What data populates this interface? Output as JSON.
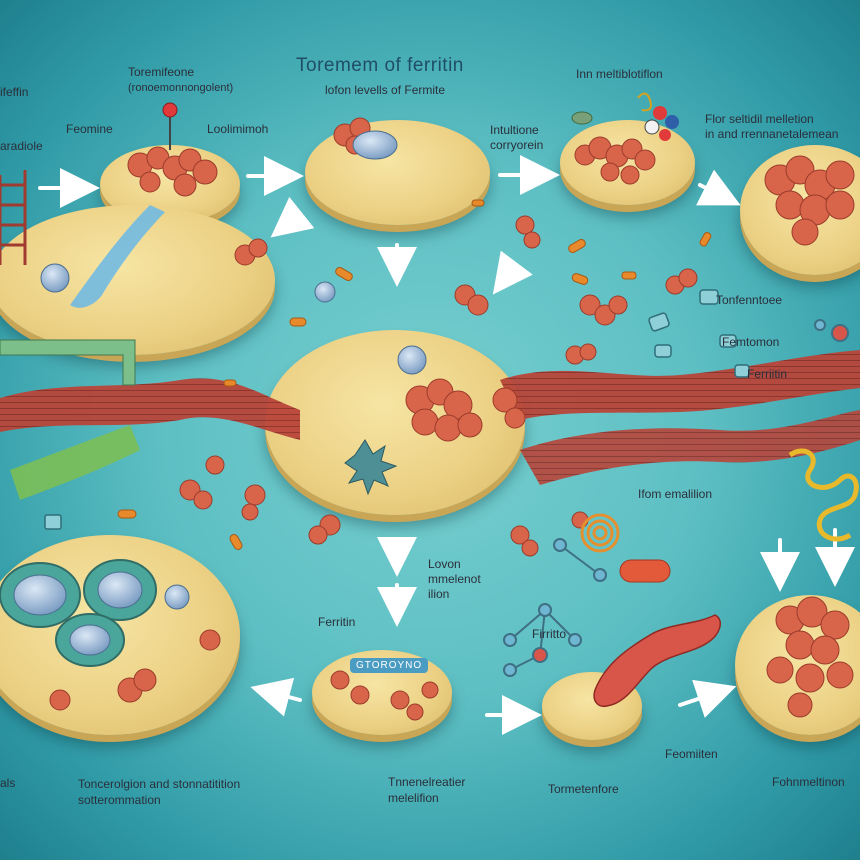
{
  "title": "Toremem of ferritin",
  "labels": {
    "tl_top_1": "Toremifeone",
    "tl_top_2": "(ronoemonnongolent)",
    "tl_left_edge": "ifeffin",
    "tl_left_edge2": "aradiole",
    "tl_feomine": "Feomine",
    "tl_loolimino": "Loolimimoh",
    "center_sub": "lofon levells of Fermite",
    "top_right_1": "Inn meltiblotiflon",
    "far_right_1": "Flor seltidil melletion",
    "far_right_2": "in and rrennanetalemean",
    "intullone_1": "Intultione",
    "intullone_2": "corryorein",
    "mid_right_1": "Tonfenntoee",
    "mid_right_2": "Femtomon",
    "mid_right_3": "Ferriitin",
    "ifom": "Ifom emalilion",
    "lovon_1": "Lovon",
    "lovon_2": "mmelenot",
    "lovon_3": "ilion",
    "ferritin_mid": "Ferritin",
    "fritto": "Firritto",
    "bottom_1": "Toncerolgion and stonnatitition",
    "bottom_2": "sotterommation",
    "bottom_mid_1": "Tnnenelreatier",
    "bottom_mid_2": "melelifion",
    "feomiiten": "Feomiiten",
    "tormetanfore": "Tormetenfore",
    "fohnm": "Fohnmeltinon",
    "bottom_left_edge": "als",
    "protein_tag": "GTOROYNO"
  },
  "colors": {
    "background": "#5dbfc3",
    "disk": "#ecd185",
    "ferritin_cluster": "#d8654a",
    "artery": "#b8453a",
    "title": "#1f4e66"
  }
}
